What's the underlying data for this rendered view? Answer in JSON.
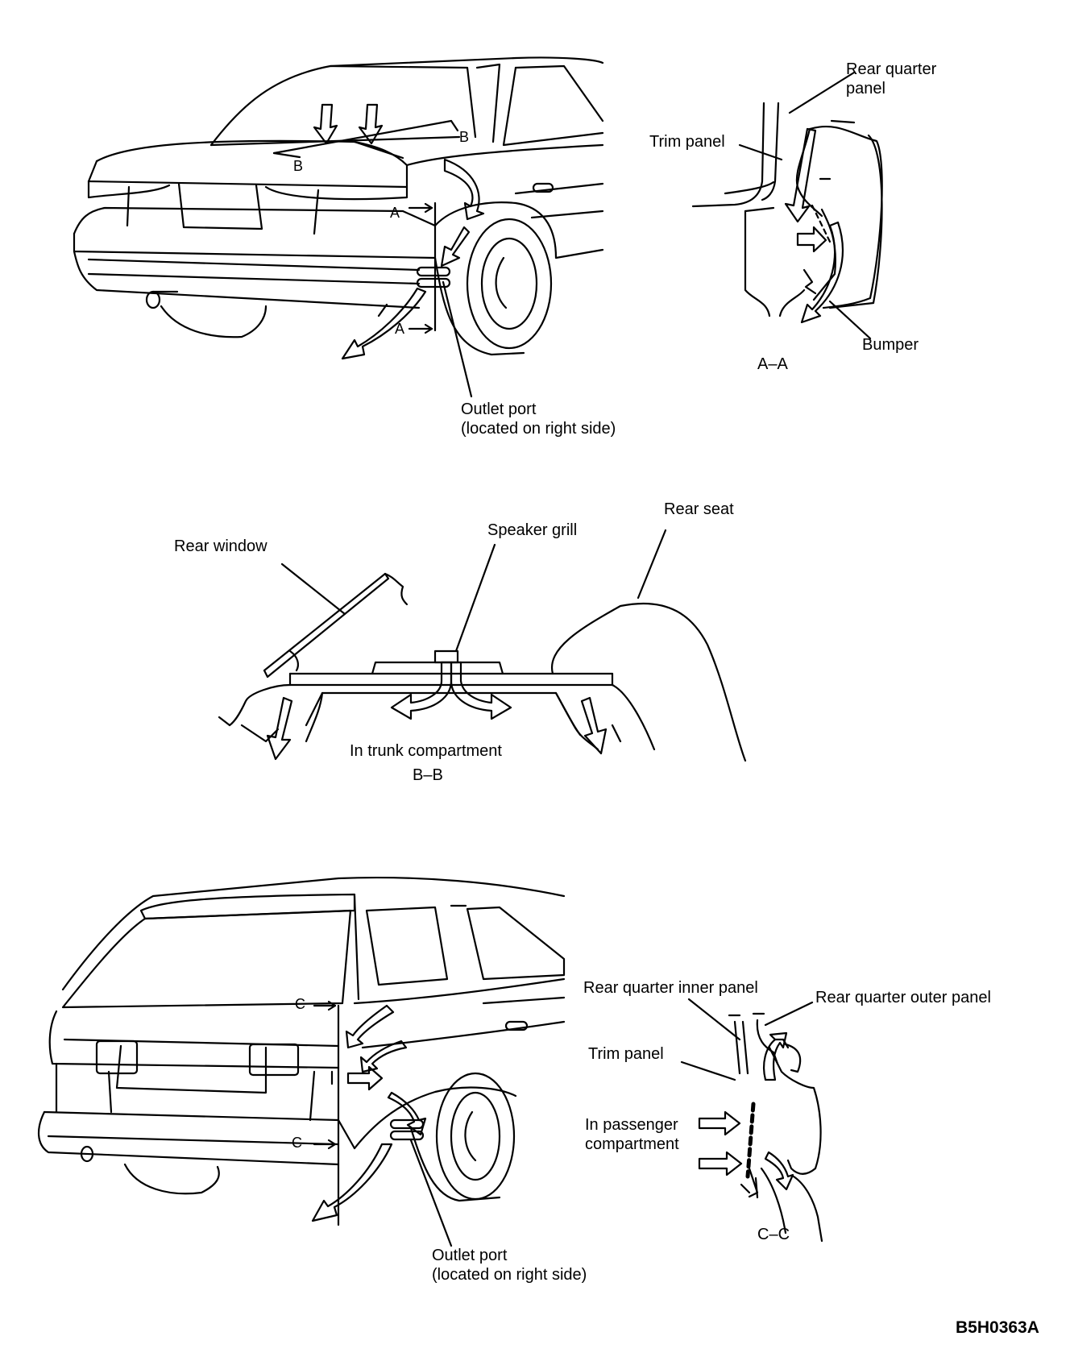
{
  "sedan_view": {
    "labels": {
      "rear_quarter_panel_line1": "Rear quarter",
      "rear_quarter_panel_line2": "panel",
      "trim_panel": "Trim panel",
      "bumper": "Bumper",
      "outlet_port_line1": "Outlet port",
      "outlet_port_line2": "(located on right side)"
    },
    "section_ids": {
      "a_a": "A–A"
    },
    "cut_markers": {
      "a_top": "A",
      "a_bottom": "A",
      "b_top": "B",
      "b_left": "B"
    }
  },
  "trunk_view": {
    "labels": {
      "rear_window": "Rear window",
      "speaker_grill": "Speaker grill",
      "rear_seat": "Rear seat",
      "in_trunk_compartment": "In trunk compartment"
    },
    "section_ids": {
      "b_b": "B–B"
    }
  },
  "wagon_view": {
    "labels": {
      "rear_quarter_inner_panel": "Rear quarter inner panel",
      "rear_quarter_outer_panel": "Rear quarter outer panel",
      "trim_panel": "Trim panel",
      "in_passenger_compartment_line1": "In passenger",
      "in_passenger_compartment_line2": "compartment",
      "outlet_port_line1": "Outlet port",
      "outlet_port_line2": "(located on right side)"
    },
    "section_ids": {
      "c_c": "C–C"
    },
    "cut_markers": {
      "c_top": "C",
      "c_bottom": "C"
    }
  },
  "figure_code": "B5H0363A"
}
